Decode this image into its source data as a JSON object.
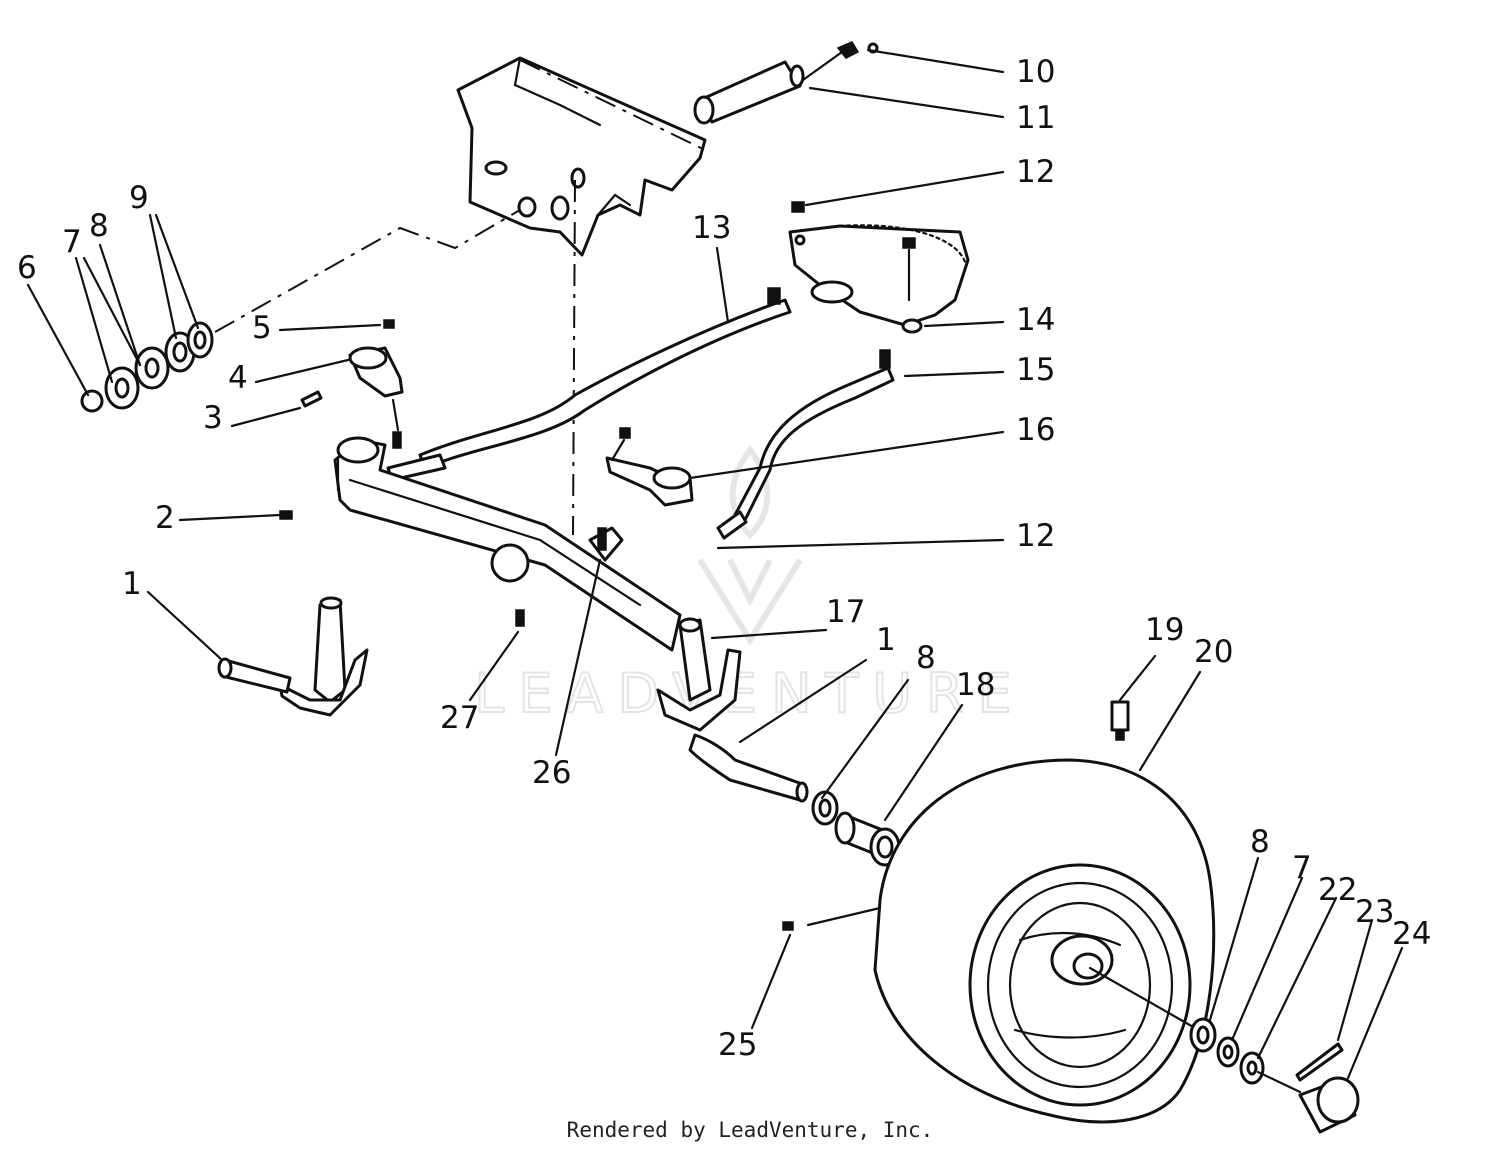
{
  "watermark": "LEADVENTURE",
  "footer": "Rendered by LeadVenture, Inc.",
  "callouts": [
    {
      "id": "c-10",
      "label": "10"
    },
    {
      "id": "c-11",
      "label": "11"
    },
    {
      "id": "c-12a",
      "label": "12"
    },
    {
      "id": "c-13",
      "label": "13"
    },
    {
      "id": "c-14",
      "label": "14"
    },
    {
      "id": "c-15",
      "label": "15"
    },
    {
      "id": "c-16",
      "label": "16"
    },
    {
      "id": "c-12b",
      "label": "12"
    },
    {
      "id": "c-17",
      "label": "17"
    },
    {
      "id": "c-1b",
      "label": "1"
    },
    {
      "id": "c-8a",
      "label": "8"
    },
    {
      "id": "c-18",
      "label": "18"
    },
    {
      "id": "c-19",
      "label": "19"
    },
    {
      "id": "c-20",
      "label": "20"
    },
    {
      "id": "c-6",
      "label": "6"
    },
    {
      "id": "c-7a",
      "label": "7"
    },
    {
      "id": "c-8b",
      "label": "8"
    },
    {
      "id": "c-9",
      "label": "9"
    },
    {
      "id": "c-5",
      "label": "5"
    },
    {
      "id": "c-4",
      "label": "4"
    },
    {
      "id": "c-3",
      "label": "3"
    },
    {
      "id": "c-2",
      "label": "2"
    },
    {
      "id": "c-1a",
      "label": "1"
    },
    {
      "id": "c-27",
      "label": "27"
    },
    {
      "id": "c-26",
      "label": "26"
    },
    {
      "id": "c-25",
      "label": "25"
    },
    {
      "id": "c-8c",
      "label": "8"
    },
    {
      "id": "c-7b",
      "label": "7"
    },
    {
      "id": "c-22",
      "label": "22"
    },
    {
      "id": "c-23",
      "label": "23"
    },
    {
      "id": "c-24",
      "label": "24"
    }
  ]
}
